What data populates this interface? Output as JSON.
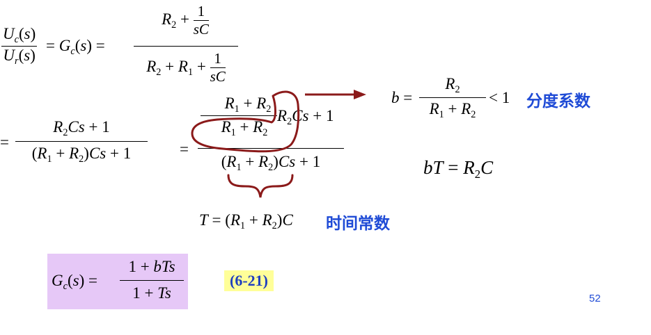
{
  "slide": {
    "page_number": "52",
    "eq_label": "(6-21)",
    "label_b": "分度系数",
    "label_T": "时间常数",
    "colors": {
      "annotation": "#8b1a1a",
      "label_blue": "#1f4bd6",
      "highlight_purple": "#e6c8f7",
      "highlight_yellow": "#ffff99"
    }
  }
}
